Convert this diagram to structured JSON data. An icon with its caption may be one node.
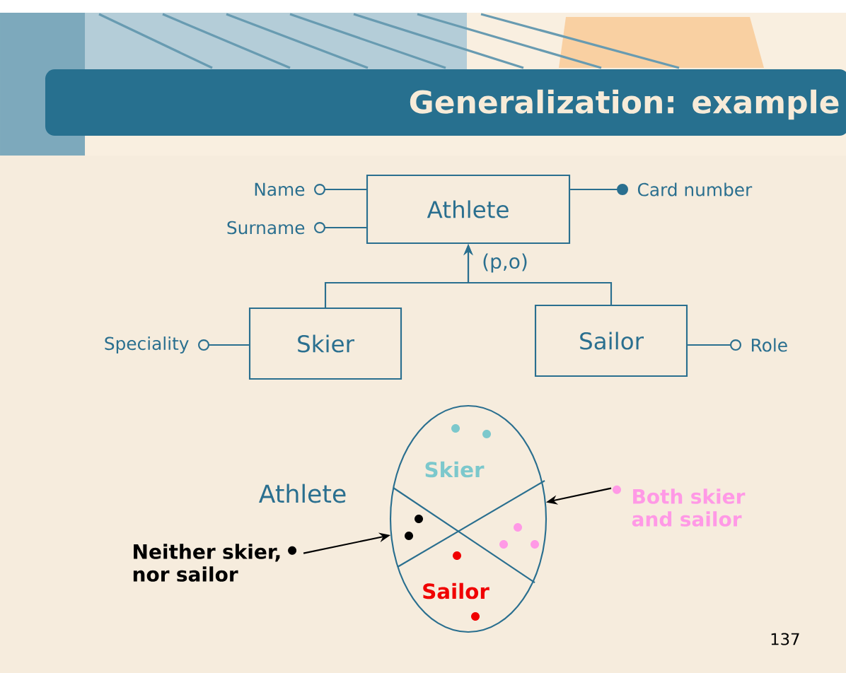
{
  "diagram": {
    "title": "Generalization: example",
    "nodes": [
      {
        "text": [
          "Athlete"
        ]
      },
      {
        "text": [
          "Skier"
        ]
      },
      {
        "text": [
          "Sailor"
        ]
      },
      {
        "text": [
          "Name"
        ]
      },
      {
        "text": [
          "Surname"
        ]
      },
      {
        "text": [
          "Card number"
        ]
      },
      {
        "text": [
          "Speciality"
        ]
      },
      {
        "text": [
          "Role"
        ]
      },
      {
        "text": [
          "Athlete",
          "Skier",
          "Sailor"
        ]
      },
      {
        "text": [
          "Neither skier, nor sailor"
        ]
      },
      {
        "text": [
          "Both skier and sailor"
        ]
      }
    ],
    "edges": [
      {
        "from": 1,
        "to": 0,
        "arrow": "to",
        "label": "(p,o)"
      },
      {
        "from": 2,
        "to": 0,
        "arrow": "to"
      },
      {
        "from": 0,
        "to": 3,
        "arrow": "other"
      },
      {
        "from": 0,
        "to": 4,
        "arrow": "other"
      },
      {
        "from": 0,
        "to": 5,
        "arrow": "other"
      },
      {
        "from": 1,
        "to": 6,
        "arrow": "other"
      },
      {
        "from": 2,
        "to": 7,
        "arrow": "other"
      },
      {
        "from": 9,
        "to": 8,
        "arrow": "to",
        "color": "#000000"
      },
      {
        "from": 10,
        "to": 8,
        "arrow": "to",
        "color": "#000000"
      }
    ],
    "labels": [
      "137"
    ]
  }
}
